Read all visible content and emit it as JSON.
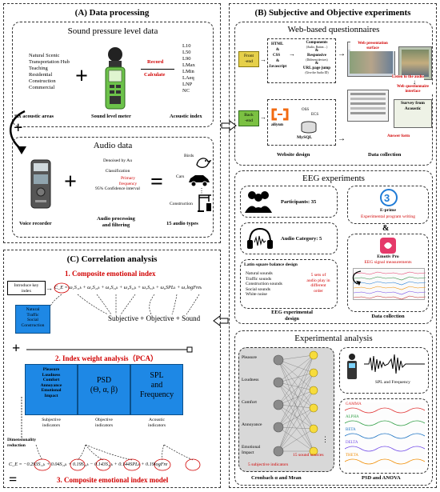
{
  "panel_a": {
    "title": "(A) Data processing",
    "spl": {
      "title": "Sound pressure level data",
      "areas": [
        "Natural Scenic",
        "Transportation Hub",
        "Teaching",
        "Residential",
        "Construction",
        "Commercial"
      ],
      "areas_caption": "Six acoustic areas",
      "meter_caption": "Sound level meter",
      "record": "Record",
      "calculate": "Calculate",
      "indices": [
        "L10",
        "L50",
        "L90",
        "LMax",
        "LMin",
        "LAeq",
        "LNP",
        "NC"
      ],
      "indices_caption": "Acoustic index"
    },
    "audio": {
      "title": "Audio data",
      "recorder_caption": "Voice recorder",
      "denoised": "Denoised by Au",
      "classification": "Classification",
      "primary": "Primary",
      "frequency": "frequency",
      "ci": "95% Confidence interval",
      "processing_caption_1": "Audio processing",
      "processing_caption_2": "and filtering",
      "types": [
        "Birds",
        "Cars",
        "Construction"
      ],
      "types_caption": "15 audio types"
    }
  },
  "panel_b": {
    "title": "(B) Subjective and Objective experiments",
    "web": {
      "title": "Web-based questionnaires",
      "front_end_1": "Front",
      "front_end_2": "-end",
      "back_end_1": "Back",
      "back_end_2": "-end",
      "html": "HTML",
      "css": "CSS",
      "javascript": "Javascript",
      "amp": "&",
      "components": "Components",
      "components_sub": "(Audio, Button…)",
      "responsive": "Responsive",
      "responsive_sub": "(Different devices)",
      "url": "URL page jump",
      "url_sub": "(Give the Audio ID)",
      "web_presentation_1": "Web presentation",
      "web_presentation_2": "surface",
      "listen": "Listen to the audio",
      "web_questionnaire_1": "Web questionnaire",
      "web_questionnaire_2": "interface",
      "survey_1": "Survey from",
      "survey_2": "Acoustic",
      "answer_form": "Answer form",
      "aliyun": "aliyun",
      "oss": "OSS",
      "ecs": "ECS",
      "mysql": "MySQL",
      "website_design": "Website design",
      "data_collection": "Data collection"
    },
    "eeg": {
      "title": "EEG experiments",
      "participants": "Participants: 35",
      "audio_category": "Audio Category: 5",
      "eprime": "E-prime",
      "eprime_sub": "Experimental program writing",
      "amp": "&",
      "emotiv": "Emotiv Pro",
      "emotiv_sub": "EEG signal measurements",
      "latin_title": "Latin square balance design",
      "sounds": [
        "Natural sounds",
        "Traffic sounds",
        "Construction sounds",
        "Social sounds",
        "White noise"
      ],
      "sets": [
        "5 sets of",
        "audio play in",
        "different",
        "order"
      ],
      "design_caption_1": "EEG experimental",
      "design_caption_2": "design",
      "collection_caption": "Data collection"
    },
    "analysis": {
      "title": "Experimental analysis",
      "nodes": [
        "Pleasure",
        "Loudness",
        "Comfort",
        "Annoyance",
        "Emotional",
        "Impact"
      ],
      "dots": "⋮",
      "subjective_label": "5 subjective indicators",
      "sources_label": "15 sound sources",
      "spl_freq": "SPL and Frequency",
      "bands": [
        "GAMMA",
        "ALPHA",
        "BETA",
        "DELTA",
        "THETA"
      ],
      "cronbach": "Cronbach α and Mean",
      "psd_anova": "PSD and ANOVA"
    }
  },
  "panel_c": {
    "title": "(C) Correlation analysis",
    "step1": "1. Composite emotional index",
    "introduce_1": "Introduce key",
    "introduce_2": "index",
    "categories": [
      "Natural",
      "Traffic",
      "Social",
      "Construction"
    ],
    "formula_top": "C_E = ω₁S₁,ₖ + ω₂S₂,ₖ + ω₃S₃,ₖ + ω₄S₄,ₖ + ω₅S₅,ₖ + ω₆SPLₖ + ω₇logFreₖ",
    "sum_line": "Subjective + Objective + Sound",
    "plus": "+",
    "step2": "2. Index weight analysis（PCA）",
    "subjective_items": [
      "Pleasure",
      "Loudness",
      "Comfort",
      "Annoyance",
      "Emotional",
      "Impact"
    ],
    "psd_1": "PSD",
    "psd_2": "(Θ, α, β)",
    "spl_1": "SPL",
    "spl_2": "and",
    "spl_3": "Frequency",
    "dim_1": "Dimensionality",
    "dim_2": "reduction",
    "subj_ind_1": "Subjective",
    "subj_ind_2": "indicators",
    "obj_ind_1": "Objective",
    "obj_ind_2": "indicators",
    "aco_ind_1": "Acoustic",
    "aco_ind_2": "indicators",
    "formula_bottom": "C_E = −0.293S₁,ₖ + 0.04S₂,ₖ + 0.19S₃,ₖ − 0.143S₄,ₖ + 0.144SPLₖ + 0.19logFre",
    "equals": "=",
    "step3": "3. Composite emotional index model"
  }
}
